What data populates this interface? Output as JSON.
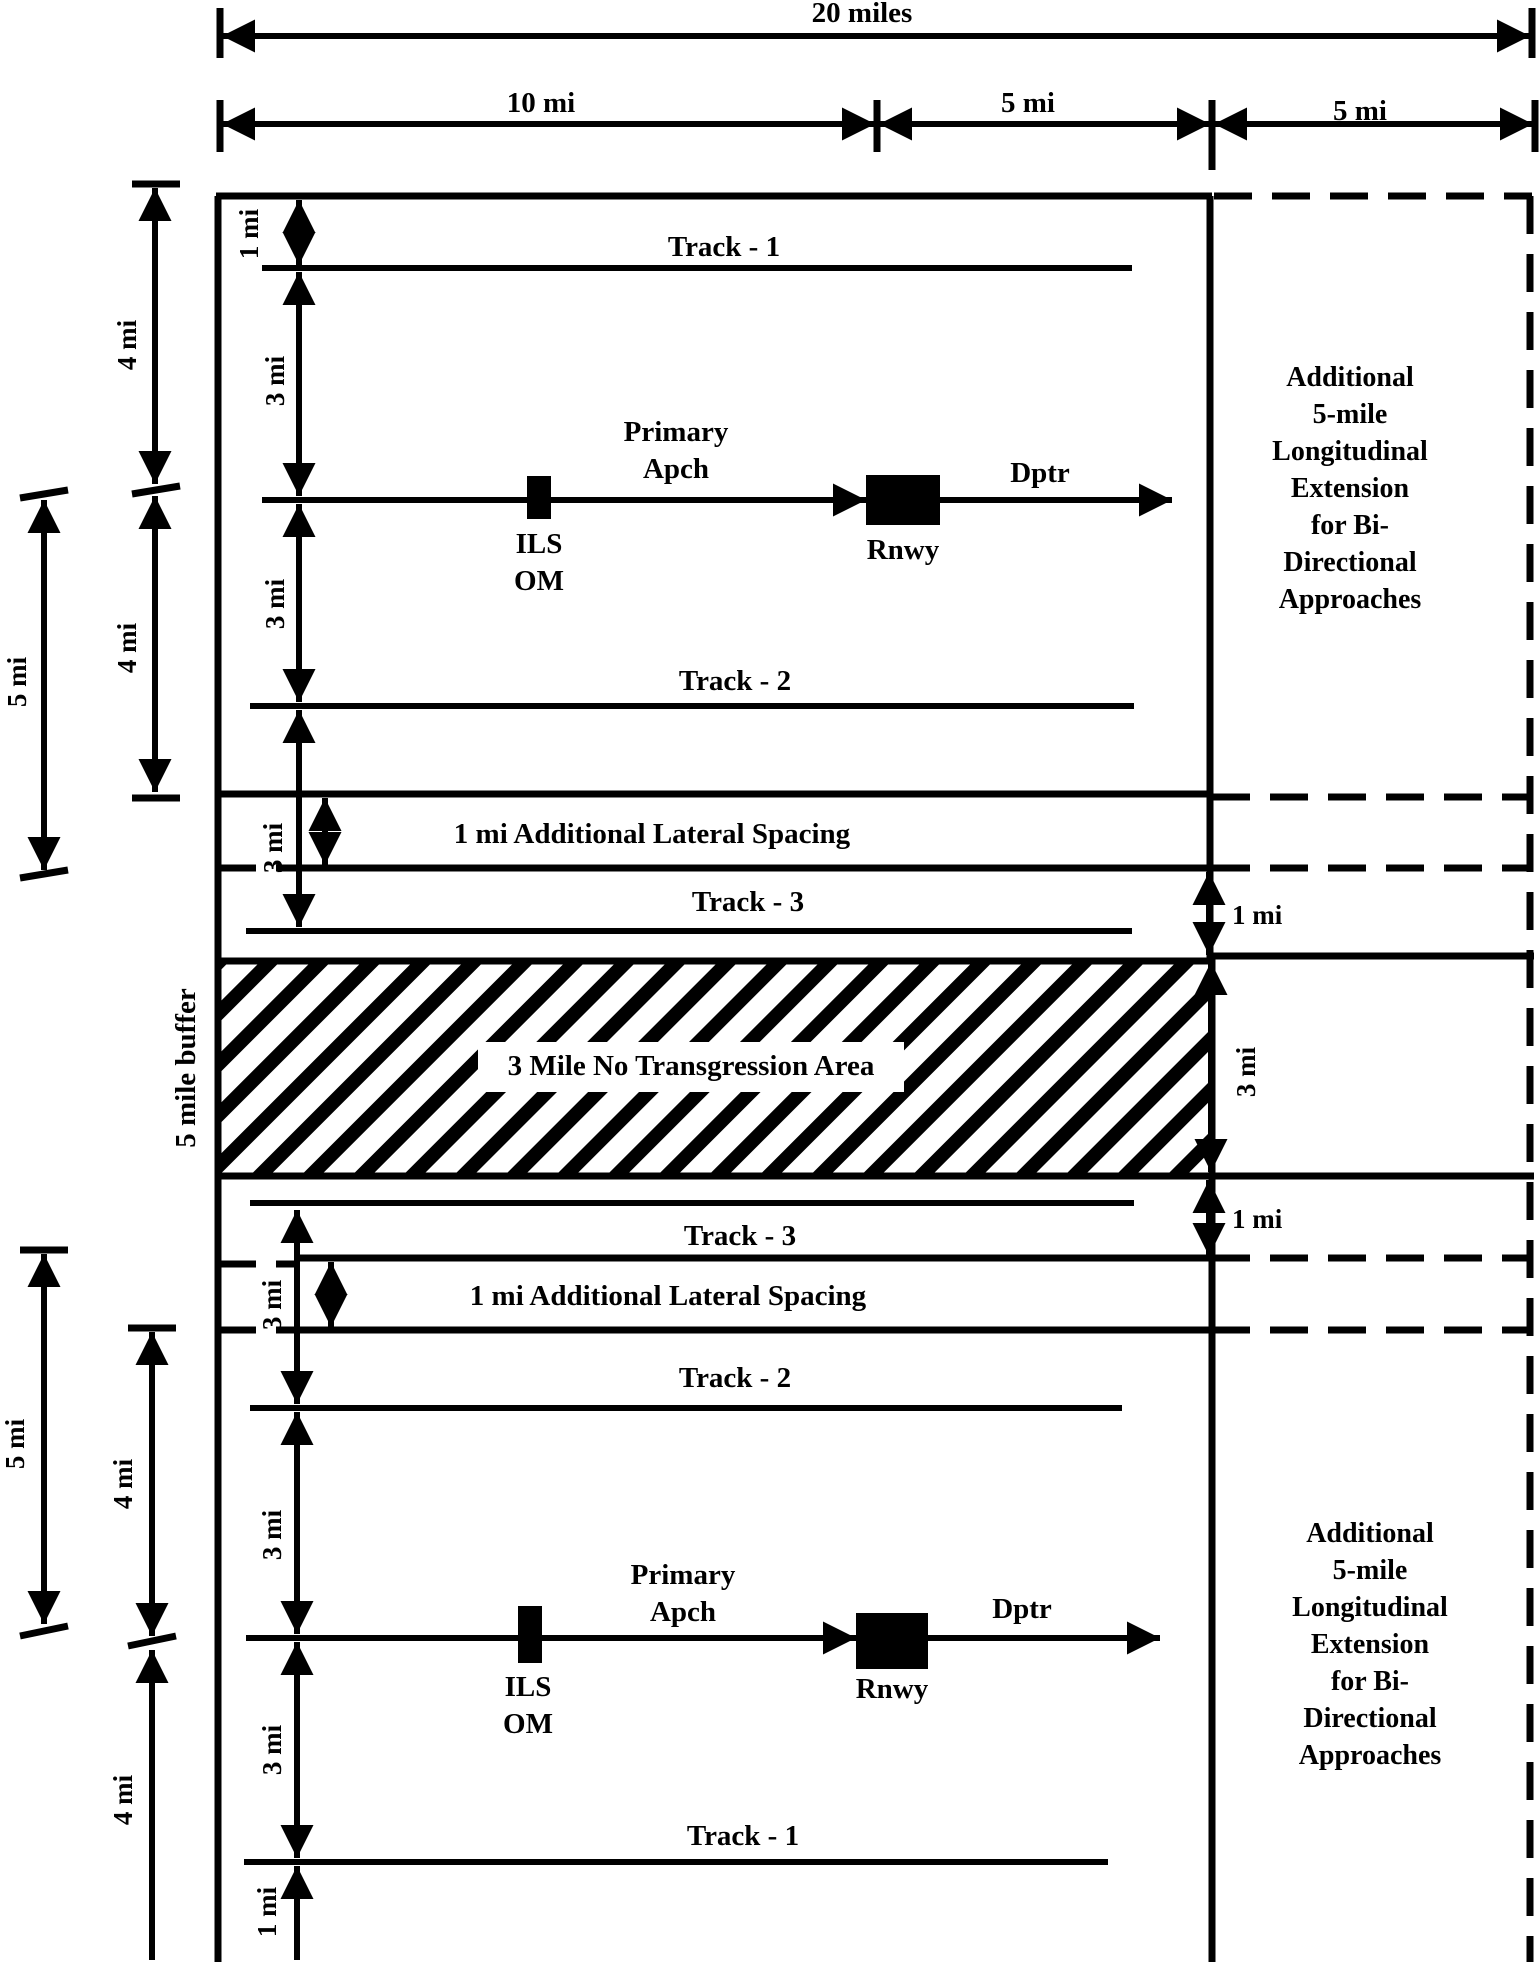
{
  "dimensions_top": {
    "total": "20 miles",
    "seg1": "10 mi",
    "seg2": "5 mi",
    "seg3": "5 mi"
  },
  "upper": {
    "dim_1mi": "1 mi",
    "dim_4mi_a": "4 mi",
    "dim_4mi_b": "4 mi",
    "dim_5mi": "5 mi",
    "dim_3mi_a": "3 mi",
    "dim_3mi_b": "3 mi",
    "dim_3mi_c": "3 mi",
    "track1": "Track - 1",
    "primary_l1": "Primary",
    "primary_l2": "Apch",
    "dptr": "Dptr",
    "ils_l1": "ILS",
    "ils_l2": "OM",
    "rnwy": "Rnwy",
    "track2": "Track - 2",
    "lateral_spacing": "1 mi Additional Lateral Spacing",
    "track3": "Track - 3",
    "extension_lines": [
      "Additional",
      "5-mile",
      "Longitudinal",
      "Extension",
      "for Bi-",
      "Directional",
      "Approaches"
    ]
  },
  "middle": {
    "buffer_label": "5 mile buffer",
    "no_transgression": "3 Mile No Transgression Area",
    "right_1mi_top": "1 mi",
    "right_3mi": "3 mi",
    "right_1mi_bottom": "1 mi"
  },
  "lower": {
    "track3": "Track - 3",
    "lateral_spacing": "1 mi Additional Lateral Spacing",
    "dim_3mi_a": "3 mi",
    "track2": "Track - 2",
    "dim_5mi": "5 mi",
    "dim_4mi_a": "4 mi",
    "dim_4mi_b": "4 mi",
    "dim_3mi_b": "3 mi",
    "dim_3mi_c": "3 mi",
    "primary_l1": "Primary",
    "primary_l2": "Apch",
    "dptr": "Dptr",
    "ils_l1": "ILS",
    "ils_l2": "OM",
    "rnwy": "Rnwy",
    "track1": "Track - 1",
    "dim_1mi": "1 mi",
    "extension_lines": [
      "Additional",
      "5-mile",
      "Longitudinal",
      "Extension",
      "for Bi-",
      "Directional",
      "Approaches"
    ]
  }
}
